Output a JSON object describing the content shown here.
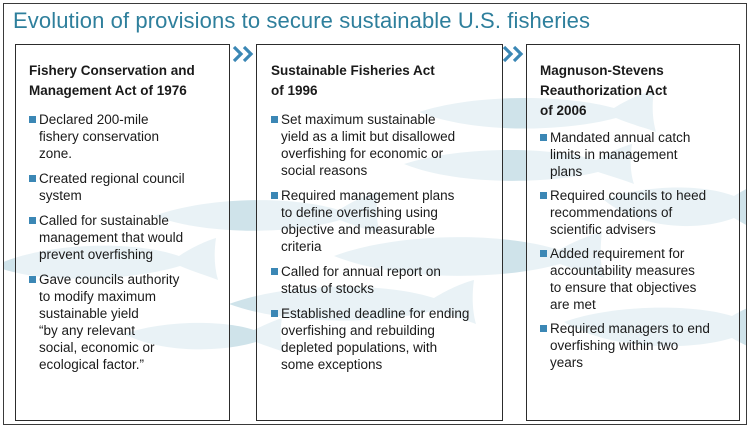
{
  "title": "Evolution of provisions to secure sustainable U.S. fisheries",
  "colors": {
    "title": "#2e7f9c",
    "bullet": "#3b87b5",
    "fish": "#cfe3ea",
    "chevron": "#3b87b5"
  },
  "icons": {
    "separator": "double-chevron-right-icon",
    "background": "fish-silhouette-icon",
    "bullet": "square-bullet-icon"
  },
  "cards": [
    {
      "heading": "Fishery Conservation and\nManagement Act of 1976",
      "items": [
        "Declared 200-mile\nfishery conservation\nzone.",
        "Created regional council\nsystem",
        "Called for sustainable\nmanagement that would\nprevent overfishing",
        "Gave councils authority\nto modify maximum\nsustainable yield\n“by any relevant\nsocial, economic or\necological factor.”"
      ]
    },
    {
      "heading": "Sustainable Fisheries Act\nof 1996",
      "items": [
        "Set maximum sustainable\nyield as a limit but disallowed\noverfishing for economic or\nsocial reasons",
        "Required management plans\nto define overfishing using\nobjective and measurable\ncriteria",
        "Called for annual report on\nstatus of stocks",
        "Established deadline for ending\noverfishing and rebuilding\ndepleted populations, with\nsome exceptions"
      ]
    },
    {
      "heading": "Magnuson-Stevens\nReauthorization Act\nof 2006",
      "items": [
        "Mandated annual catch\nlimits in management\nplans",
        "Required councils to heed\nrecommendations of\nscientific advisers",
        "Added requirement for\naccountability measures\nto ensure that objectives\nare met",
        "Required managers to end\noverfishing within two\nyears"
      ]
    }
  ]
}
